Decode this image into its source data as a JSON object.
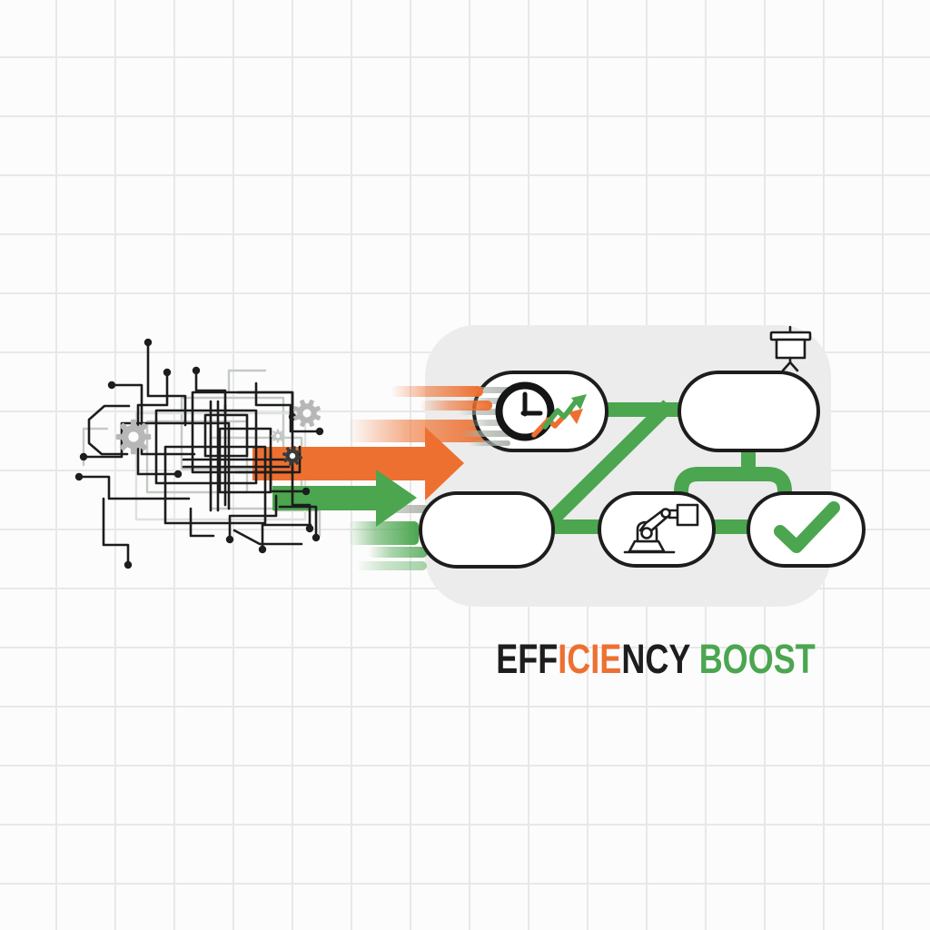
{
  "title": {
    "full_text": "EFFICIENCY BOOST",
    "segments": [
      {
        "text": "EFF",
        "color": "#1d1d1d"
      },
      {
        "text": "ICIE",
        "color": "#ee7030"
      },
      {
        "text": "NCY",
        "color": "#1d1d1d"
      },
      {
        "text": "BOOST",
        "color": "#4ba64f"
      }
    ]
  },
  "palette": {
    "orange": "#ee7030",
    "green": "#4ba64f",
    "ink": "#1d1d1d",
    "panel_gray": "#ececec",
    "grid_line": "#e8e8e8",
    "background": "#fcfcfc",
    "gear_gray": "#b7b7b7",
    "trail_gray": "#a9b0a9"
  },
  "flowchart": {
    "nodes": [
      {
        "id": "node-clock-trend",
        "icon": "clock-trend-icon",
        "label": ""
      },
      {
        "id": "node-top-right",
        "icon": "none",
        "label": ""
      },
      {
        "id": "node-bottom-left",
        "icon": "none",
        "label": ""
      },
      {
        "id": "node-robot",
        "icon": "robot-arm-icon",
        "label": ""
      },
      {
        "id": "node-check",
        "icon": "checkmark-icon",
        "label": ""
      }
    ],
    "decor_icon": "presentation-board-icon",
    "connector_style": "thick-green"
  },
  "left_scene": {
    "icons": [
      "tangled-wires",
      "gear-icon-large",
      "gear-icon-medium",
      "gear-icon-small",
      "gear-icon-dark"
    ]
  }
}
